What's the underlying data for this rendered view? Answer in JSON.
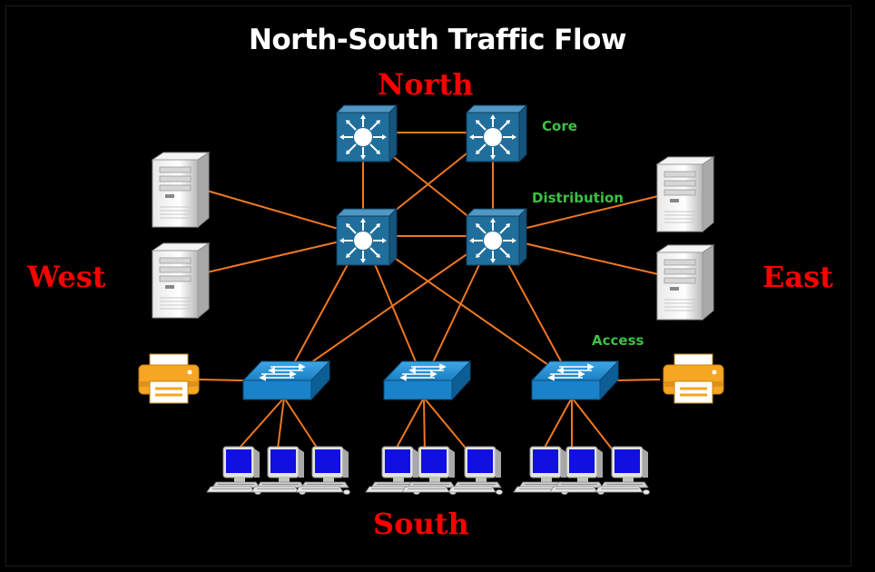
{
  "title": "North-South Traffic Flow",
  "directions": {
    "north": "North",
    "south": "South",
    "west": "West",
    "east": "East"
  },
  "layers": {
    "core": "Core",
    "distribution": "Distribution",
    "access": "Access"
  },
  "colors": {
    "background": "#000000",
    "link": "#f07820",
    "direction_label": "#ff0000",
    "layer_label": "#3bc144",
    "router": "#1f6e9c",
    "switch": "#1a82c8",
    "printer": "#f5a623",
    "monitor_screen": "#1010e0"
  },
  "icons": {
    "router": "multilayer-switch-icon",
    "switch": "workgroup-switch-icon",
    "server": "server-tower-icon",
    "printer": "printer-icon",
    "workstation": "desktop-computer-icon"
  }
}
